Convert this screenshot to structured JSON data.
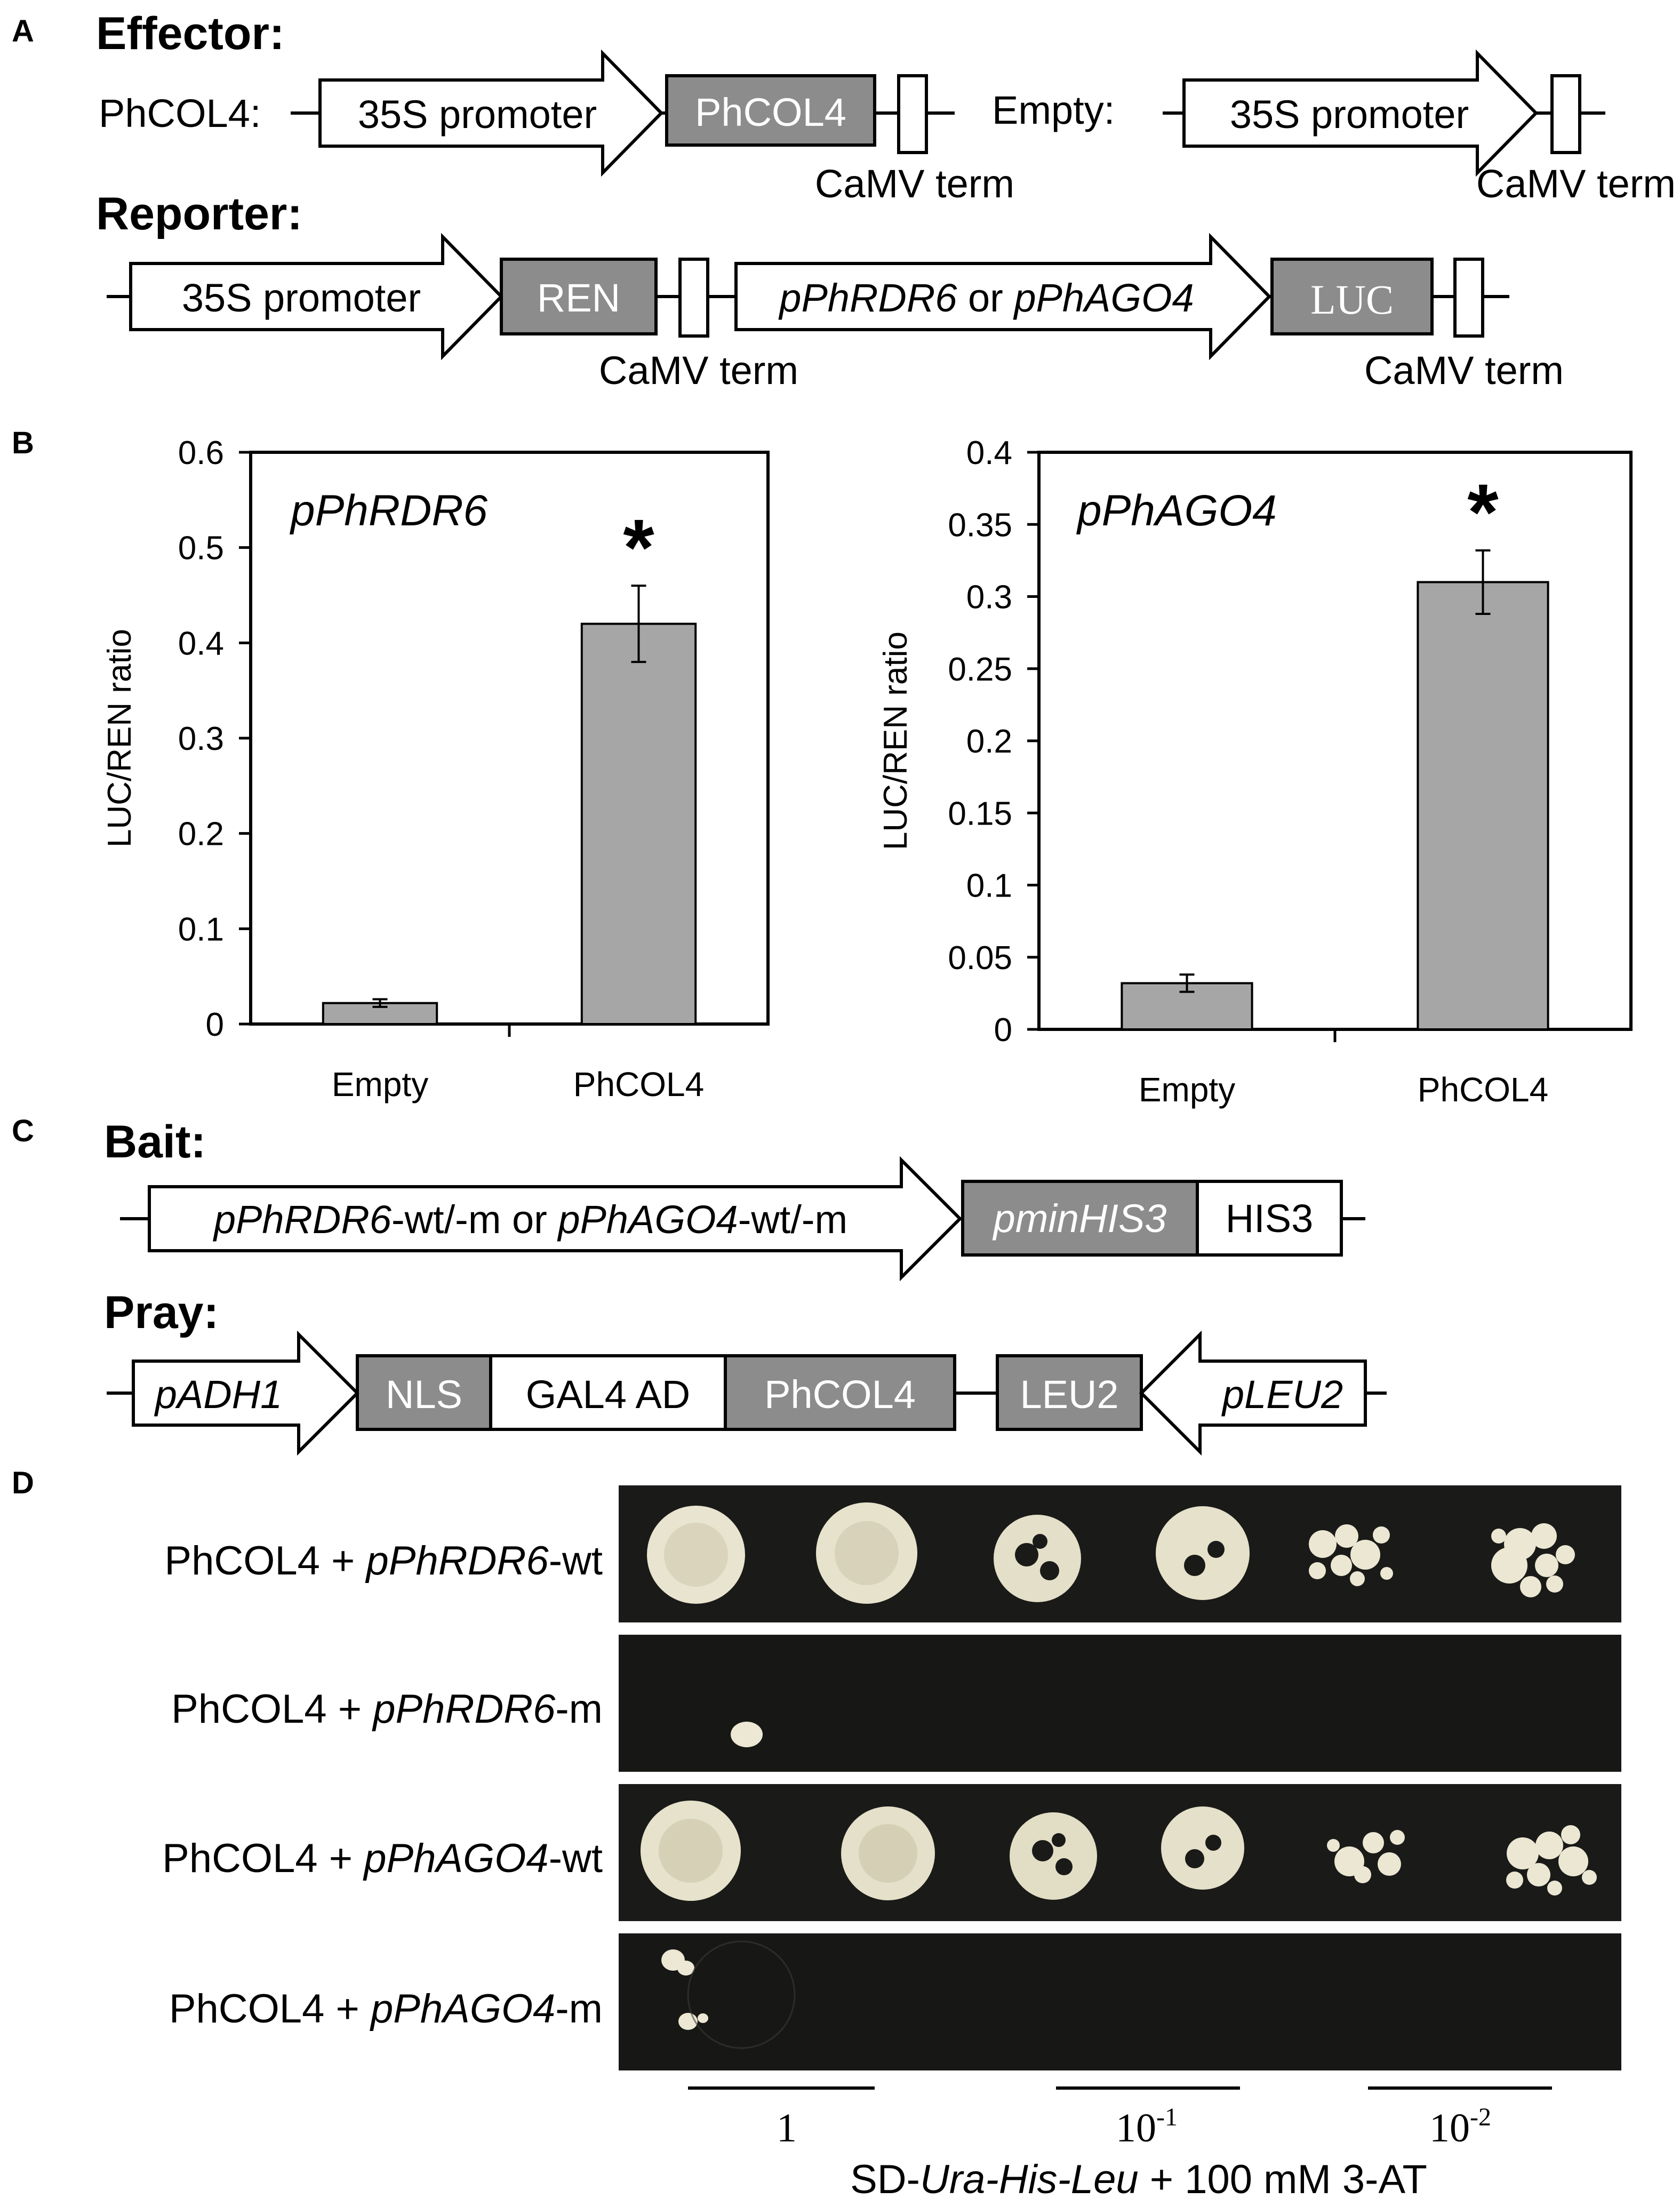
{
  "panels": {
    "a": "A",
    "b": "B",
    "c": "C",
    "d": "D"
  },
  "panel_a": {
    "effector_heading": "Effector:",
    "reporter_heading": "Reporter:",
    "phcol4_label": "PhCOL4:",
    "empty_label": "Empty:",
    "promoter_35s": "35S promoter",
    "gene_phcol4": "PhCOL4",
    "camv_term": "CaMV term",
    "gene_ren": "REN",
    "gene_luc": "LUC",
    "reporter_promoter": {
      "p1": "pPhRDR6",
      "mid": " or ",
      "p2": "pPhAGO4"
    }
  },
  "chart_data": [
    {
      "type": "bar",
      "title": "pPhRDR6",
      "ylabel": "LUC/REN ratio",
      "xlabel": "",
      "categories": [
        "Empty",
        "PhCOL4"
      ],
      "values": [
        0.022,
        0.42
      ],
      "errors": [
        0.004,
        0.04
      ],
      "ylim": [
        0,
        0.6
      ],
      "yticks": [
        0,
        0.1,
        0.2,
        0.3,
        0.4,
        0.5,
        0.6
      ],
      "yticklabels": [
        "0",
        "0.1",
        "0.2",
        "0.3",
        "0.4",
        "0.5",
        "0.6"
      ],
      "significance": [
        "",
        "*"
      ],
      "bar_color": "#a6a6a6"
    },
    {
      "type": "bar",
      "title": "pPhAGO4",
      "ylabel": "LUC/REN ratio",
      "xlabel": "",
      "categories": [
        "Empty",
        "PhCOL4"
      ],
      "values": [
        0.032,
        0.31
      ],
      "errors": [
        0.006,
        0.022
      ],
      "ylim": [
        0,
        0.4
      ],
      "yticks": [
        0,
        0.05,
        0.1,
        0.15,
        0.2,
        0.25,
        0.3,
        0.35,
        0.4
      ],
      "yticklabels": [
        "0",
        "0.05",
        "0.1",
        "0.15",
        "0.2",
        "0.25",
        "0.3",
        "0.35",
        "0.4"
      ],
      "significance": [
        "",
        "*"
      ],
      "bar_color": "#a6a6a6"
    }
  ],
  "panel_c": {
    "bait_heading": "Bait:",
    "pray_heading": "Pray:",
    "bait_promoter": {
      "p1": "pPhRDR6",
      "s1": "-wt/-m or ",
      "p2": "pPhAGO4",
      "s2": "-wt/-m"
    },
    "pminhis3": "pminHIS3",
    "his3": "HIS3",
    "padh1": "pADH1",
    "nls": "NLS",
    "gal4ad": "GAL4 AD",
    "phcol4": "PhCOL4",
    "leu2": "LEU2",
    "pleu2": "pLEU2"
  },
  "panel_d": {
    "rows": [
      {
        "prefix": "PhCOL4 + ",
        "promoter": "pPhRDR6",
        "suffix": "-wt"
      },
      {
        "prefix": "PhCOL4 + ",
        "promoter": "pPhRDR6",
        "suffix": "-m"
      },
      {
        "prefix": "PhCOL4 + ",
        "promoter": "pPhAGO4",
        "suffix": "-wt"
      },
      {
        "prefix": "PhCOL4 + ",
        "promoter": "pPhAGO4",
        "suffix": "-m"
      }
    ],
    "dilutions": [
      {
        "base": "1",
        "exp": ""
      },
      {
        "base": "10",
        "exp": "-1"
      },
      {
        "base": "10",
        "exp": "-2"
      }
    ],
    "medium": {
      "p1": "SD-",
      "i1": "Ura-His-Leu",
      "p2": " + 100 mM 3-AT"
    }
  },
  "colors": {
    "gene_box": "#8c8c8c",
    "bar": "#a6a6a6",
    "plate": "#1a1a18",
    "colony": "#e8e4cf"
  }
}
